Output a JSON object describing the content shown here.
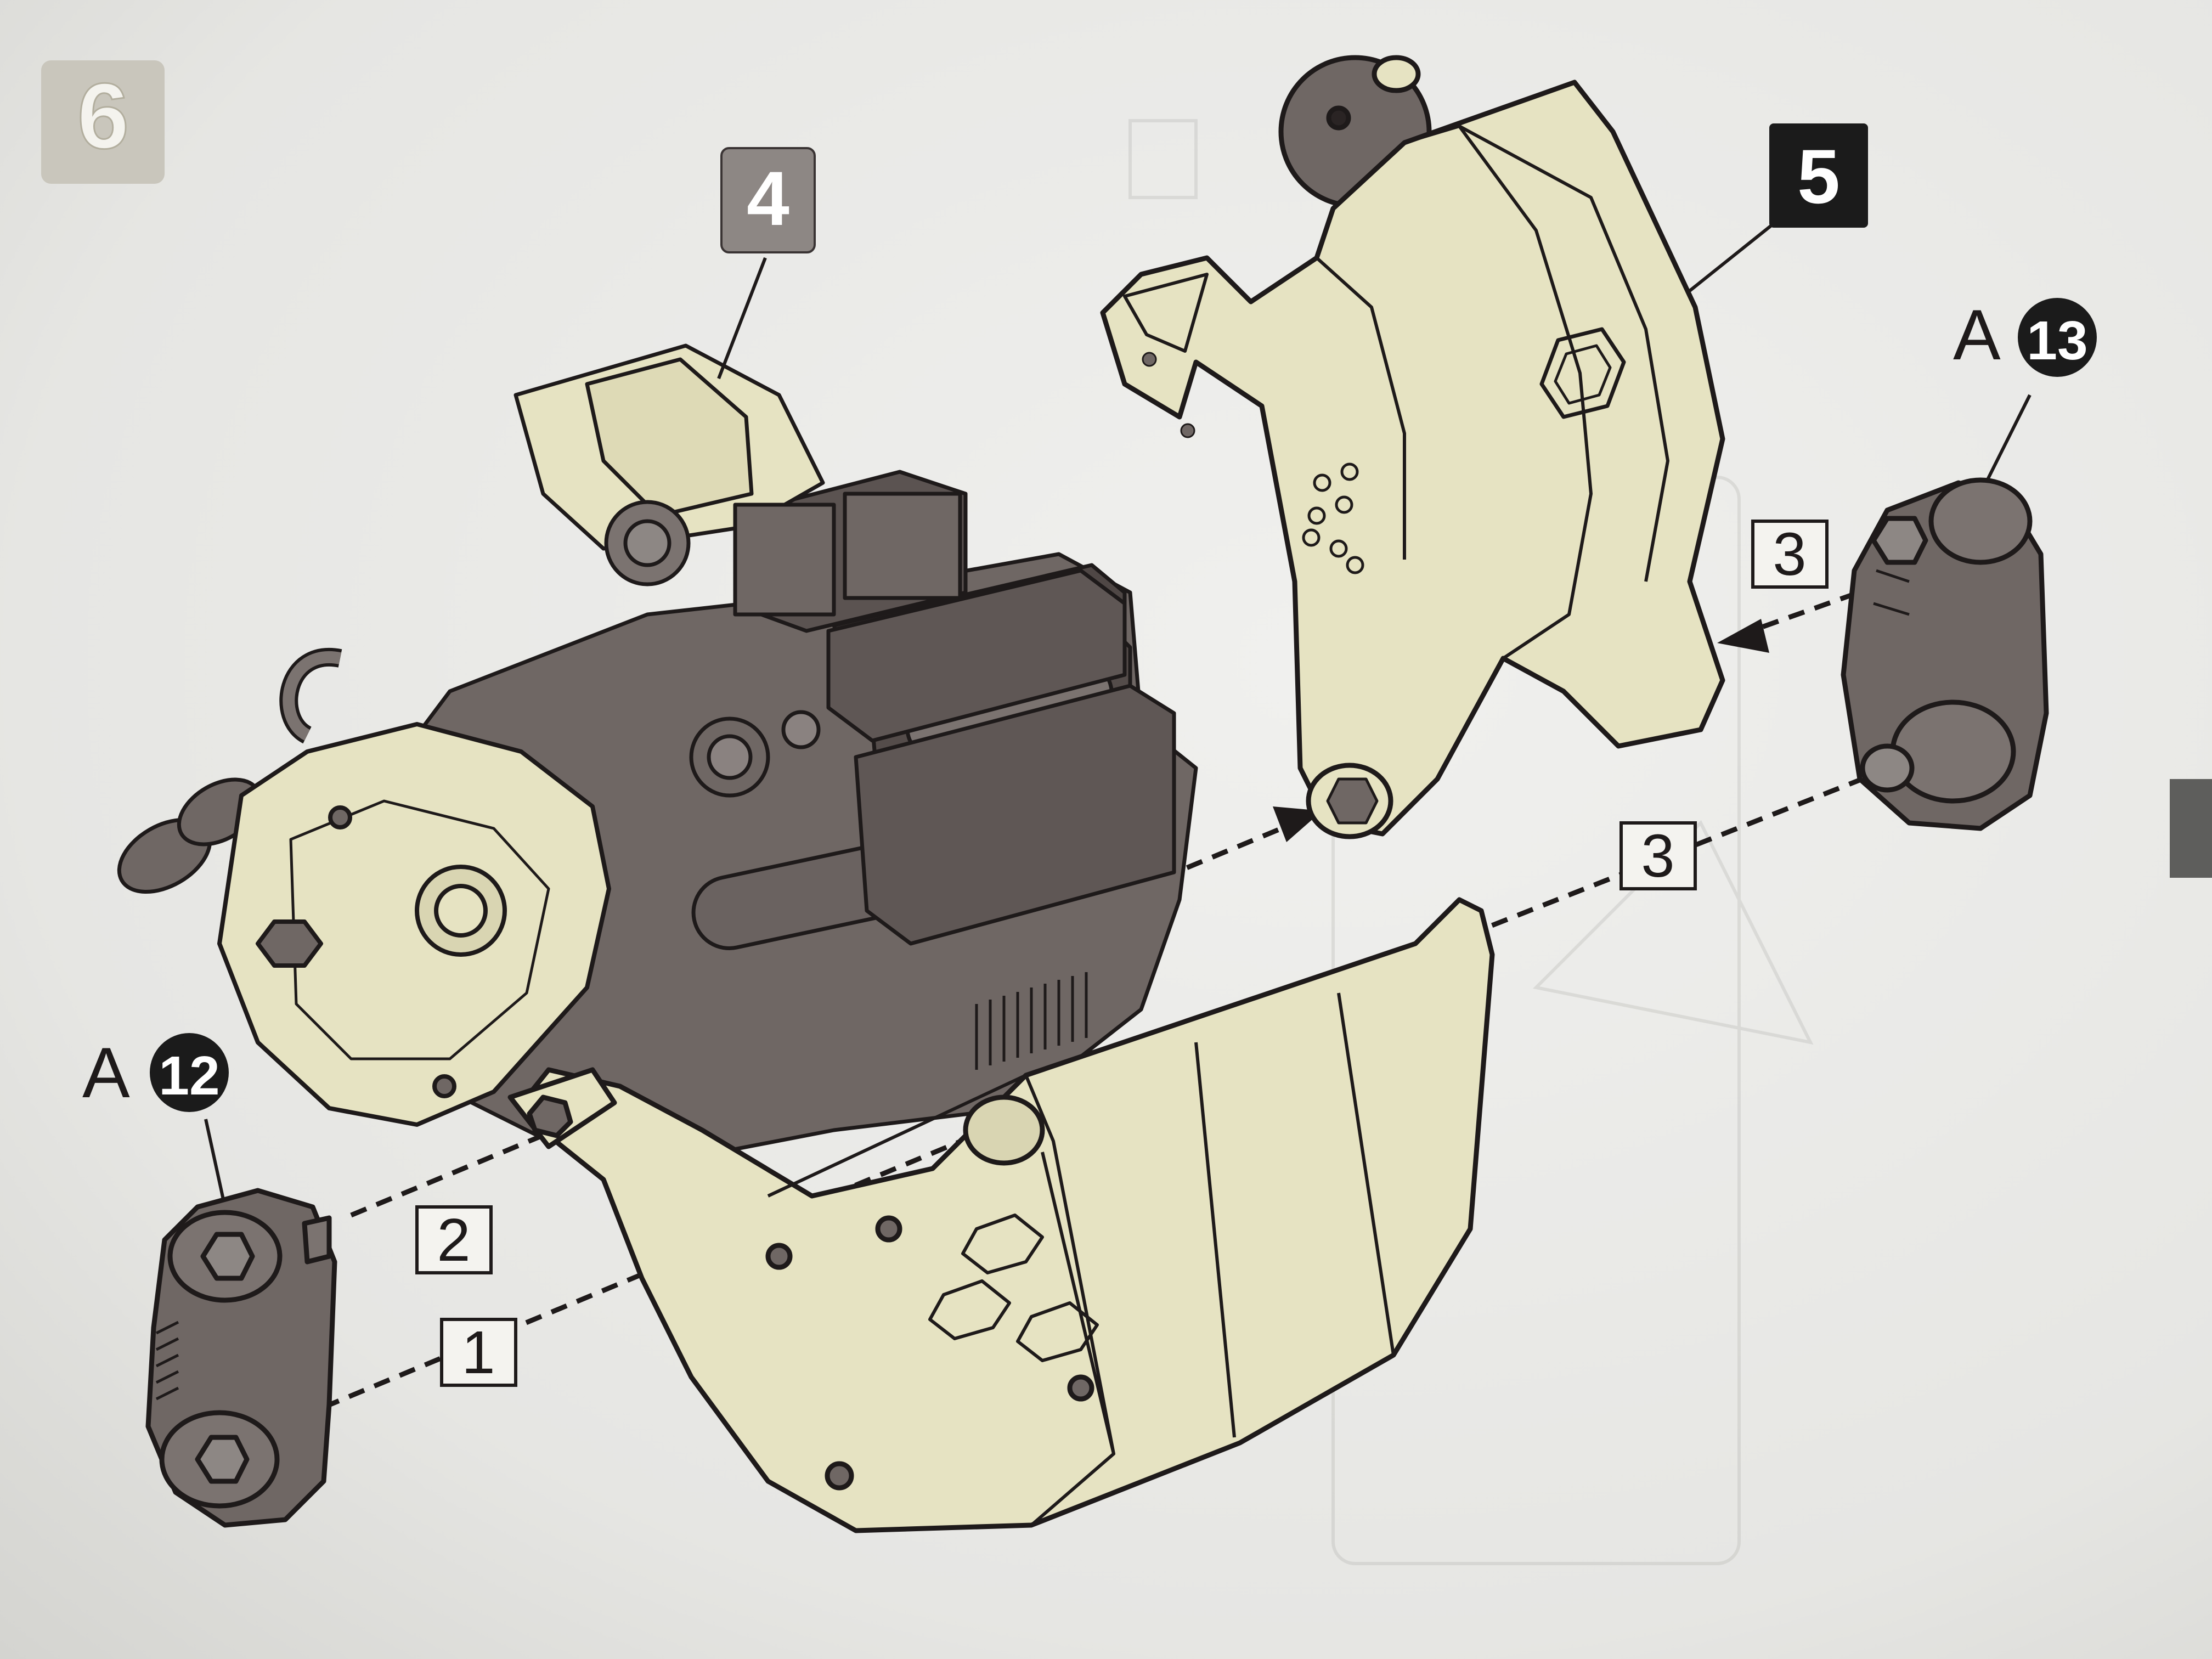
{
  "step_number": "6",
  "assembly_badges": {
    "sub_assembly_4": "4",
    "sub_assembly_5": "5"
  },
  "parts": {
    "left_part": {
      "runner": "A",
      "number": "12"
    },
    "right_part": {
      "runner": "A",
      "number": "13"
    }
  },
  "order_markers": {
    "m1": "1",
    "m2": "2",
    "m3_upper": "3",
    "m3_lower": "3"
  },
  "colors": {
    "beige_armor": "#e6e3c2",
    "dark_frame": "#6f6764",
    "frame_shadow": "#544c4a",
    "line": "#1e1a1a",
    "step_badge": "#c9c6bc",
    "badge_4": "#8d8784",
    "badge_5": "#1b1b1b"
  },
  "icons": [
    "step-badge",
    "arrow-icon",
    "hex-socket-icon"
  ]
}
